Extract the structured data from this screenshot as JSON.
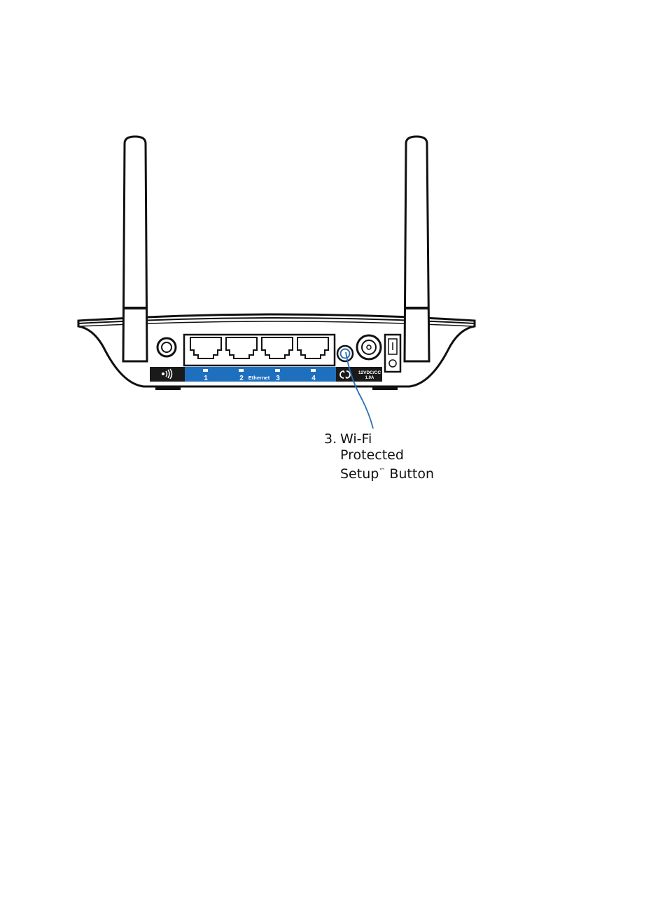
{
  "callout": {
    "number": "3.",
    "line1": "Wi-Fi",
    "line2": "Protected",
    "line3_text": "Setup",
    "line3_tm": "™",
    "line3_rest": " Button"
  },
  "panel": {
    "ports": [
      "1",
      "2",
      "3",
      "4"
    ],
    "ethernet_label": "Ethernet",
    "power_label_line1": "12VDC/CC",
    "power_label_line2": "1.0A"
  },
  "colors": {
    "panel_blue": "#1f6fbf",
    "callout_line": "#2a6fb5",
    "outline": "#111111",
    "panel_dark": "#1a1a1a"
  },
  "icons": {
    "wireless": "wireless-icon",
    "wps": "wps-icon"
  }
}
